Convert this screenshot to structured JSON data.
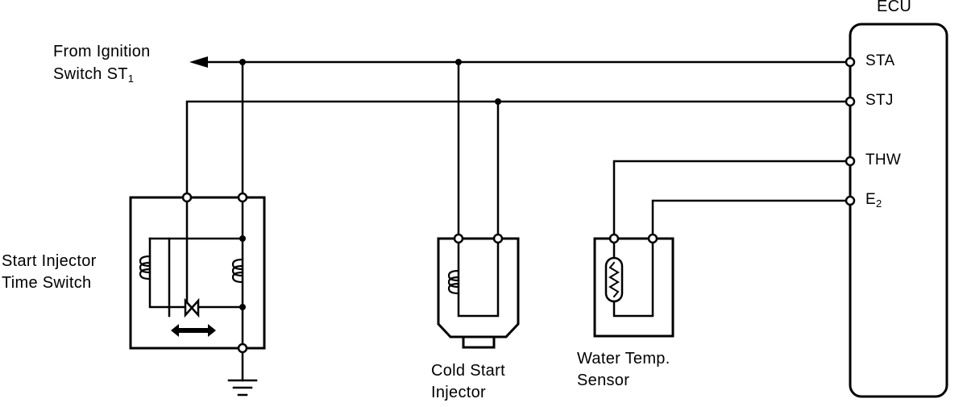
{
  "ecu": {
    "title": "ECU"
  },
  "ignition": {
    "line1": "From Ignition",
    "line2_text": "Switch ST",
    "line2_sub": "1"
  },
  "pins": {
    "sta": "STA",
    "stj": "STJ",
    "thw": "THW",
    "e2_text": "E",
    "e2_sub": "2"
  },
  "time_switch": {
    "line1": "Start Injector",
    "line2": "Time Switch"
  },
  "cold_start": {
    "line1": "Cold Start",
    "line2": "Injector"
  },
  "water_temp": {
    "line1": "Water Temp.",
    "line2": "Sensor"
  },
  "colors": {
    "ink": "#000000",
    "paper": "#ffffff"
  }
}
